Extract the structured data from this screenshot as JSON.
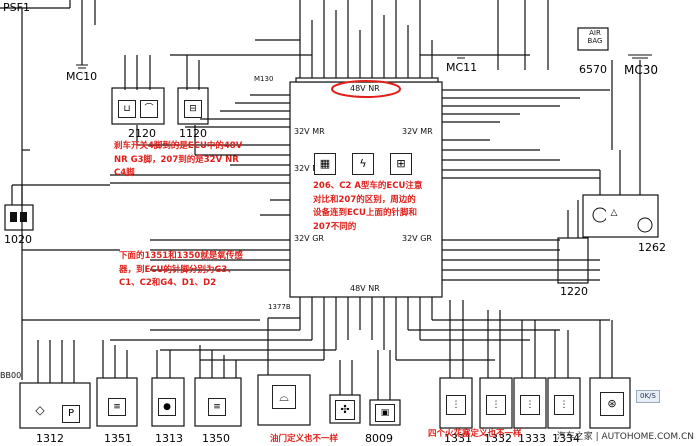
{
  "header": {
    "fuse": "PSF1"
  },
  "supply_labels": [
    "MC10",
    "MC11",
    "MC30"
  ],
  "components": [
    "2120",
    "1120",
    "6570",
    "1020",
    "1262",
    "1220",
    "BB00",
    "1312",
    "1351",
    "1313",
    "1350",
    "8009",
    "1331",
    "1332",
    "1333",
    "1334"
  ],
  "ecu": {
    "top_label": "48V NR",
    "bottom_label": "48V NR",
    "mr_left": "32V MR",
    "mr_right": "32V MR",
    "nr_left": "32V NR",
    "gr_left": "32V GR",
    "gr_right": "32V GR",
    "left_connector": "M130",
    "bottom_connector": "1377B"
  },
  "airbag": "AIR BAG",
  "annotations": {
    "brake": "刹车开关4脚到的是ECU中的48V NR G3脚，207到的是32V NR C4脚",
    "center": "206、C2 A型车的ECU注意对比和207的区别，周边的设备连到ECU上面的针脚和207不同的",
    "o2": "下面的1351和1350就是氧传感器，到ECU的针脚分别为G3、C1、C2和G4、D1、D2",
    "fuel": "油门定义也不一样",
    "spark": "四个火花塞定义也不一样"
  },
  "footer": {
    "zoom": "0K/S",
    "watermark": "汽车之家 | AUTOHOME.COM.CN"
  },
  "colors": {
    "annotation": "#e0201b",
    "line": "#111111"
  }
}
